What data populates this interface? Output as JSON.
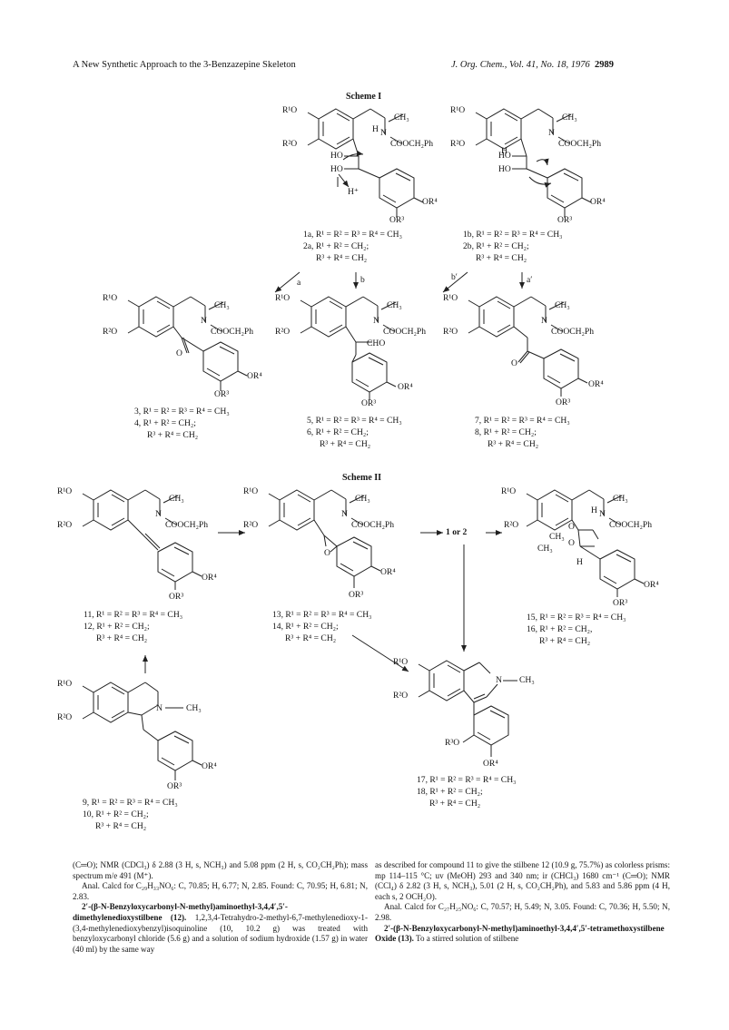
{
  "header": {
    "left": "A New Synthetic Approach to the 3-Benzazepine Skeleton",
    "journal": "J. Org. Chem., Vol. 41, No. 18, 1976",
    "page": "2989"
  },
  "scheme1": {
    "title": "Scheme I",
    "label_1a": "1a, R¹ = R² = R³ = R⁴ = CH₃",
    "label_2a_1": "2a, R¹ + R² = CH₂;",
    "label_2a_2": "R³ + R⁴ = CH₂",
    "label_1b": "1b, R¹ = R² = R³ = R⁴ = CH₃",
    "label_2b_1": "2b, R¹ + R² = CH₂;",
    "label_2b_2": "R³ + R⁴ = CH₂",
    "path_a": "a",
    "path_b": "b",
    "path_bp": "b′",
    "path_ap": "a′",
    "label_3": "3, R¹ = R² = R³ = R⁴ = CH₃",
    "label_4_1": "4, R¹ + R² = CH₂;",
    "label_4_2": "R³ + R⁴ = CH₂",
    "label_5": "5, R¹ = R² = R³ = R⁴ = CH₃",
    "label_6_1": "6, R¹ + R² = CH₂;",
    "label_6_2": "R³ + R⁴ = CH₂",
    "label_7": "7, R¹ = R² = R³ = R⁴ = CH₃",
    "label_8_1": "8, R¹ + R² = CH₂;",
    "label_8_2": "R³ + R⁴ = CH₂"
  },
  "scheme2": {
    "title": "Scheme II",
    "arrow_label": "1 or 2",
    "label_11": "11, R¹ = R² = R³ = R⁴ = CH₃",
    "label_12_1": "12, R¹ + R² = CH₂;",
    "label_12_2": "R³ + R⁴ = CH₂",
    "label_13": "13, R¹ = R² = R³ = R⁴ = CH₃",
    "label_14_1": "14, R¹ + R² = CH₂;",
    "label_14_2": "R³ + R⁴ = CH₂",
    "label_15": "15, R¹ = R² = R³ = R⁴ = CH₃",
    "label_16_1": "16, R¹ + R² = CH₂,",
    "label_16_2": "R³ + R⁴ = CH₂",
    "label_9": "9, R¹ = R² = R³ = R⁴ = CH₃",
    "label_10_1": "10, R¹ + R² = CH₂;",
    "label_10_2": "R³ + R⁴ = CH₂",
    "label_17": "17, R¹ = R² = R³ = R⁴ = CH₃",
    "label_18_1": "18, R¹ + R² = CH₂;",
    "label_18_2": "R³ + R⁴ = CH₂"
  },
  "chem_text": {
    "r1o": "R¹O",
    "r2o": "R²O",
    "or3": "OR³",
    "or4": "OR⁴",
    "r3o": "R³O",
    "ch3": "CH₃",
    "n": "N",
    "h": "H",
    "ho": "HO",
    "hplus": "H⁺",
    "cooch2ph": "COOCH₂Ph",
    "cho": "CHO",
    "o": "O"
  },
  "body": {
    "left_p1": "(C═O); NMR (CDCl₃) δ 2.88 (3 H, s, NCH₃) and 5.08 ppm (2 H, s, CO₂CH₂Ph); mass spectrum m/e 491 (M⁺).",
    "left_p2": "Anal. Calcd for C₂₉H₃₃NO₆: C, 70.85; H, 6.77; N, 2.85. Found: C, 70.95; H, 6.81; N, 2.83.",
    "left_p3_title": "2′-(β-N-Benzyloxycarbonyl-N-methyl)aminoethyl-3,4,4′,5′-dimethylenedioxystilbene (12).",
    "left_p3_text": " 1,2,3,4-Tetrahydro-2-methyl-6,7-methylenedioxy-1-(3,4-methylenedioxybenzyl)isoquinoline (10, 10.2 g) was treated with benzyloxycarbonyl chloride (5.6 g) and a solution of sodium hydroxide (1.57 g) in water (40 ml) by the same way",
    "right_p1": "as described for compound 11 to give the stilbene 12 (10.9 g, 75.7%) as colorless prisms: mp 114–115 °C; uv (MeOH) 293 and 340 nm; ir (CHCl₃) 1680 cm⁻¹ (C═O); NMR (CCl₄) δ 2.82 (3 H, s, NCH₃), 5.01 (2 H, s, CO₂CH₂Ph), and 5.83 and 5.86 ppm (4 H, each s, 2 OCH₂O).",
    "right_p2": "Anal. Calcd for C₂₇H₂₅NO₆: C, 70.57; H, 5.49; N, 3.05. Found: C, 70.36; H, 5.50; N, 2.98.",
    "right_p3_title": "2′-(β-N-Benzyloxycarbonyl-N-methyl)aminoethyl-3,4,4′,5′-tetramethoxystilbene Oxide (13).",
    "right_p3_text": " To a stirred solution of stilbene"
  }
}
